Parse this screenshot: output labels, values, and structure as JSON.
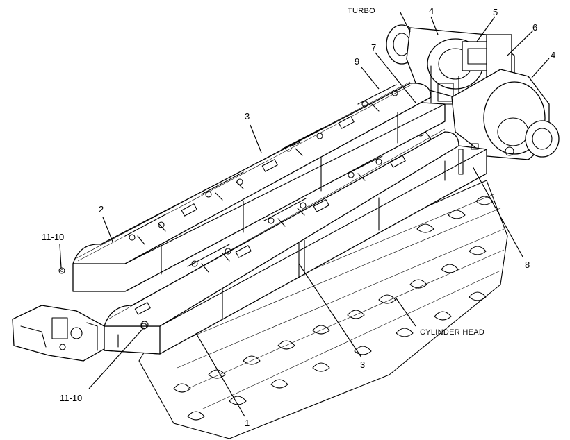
{
  "labels": {
    "turbo": "TURBO",
    "cylinder_head": "CYLINDER HEAD",
    "c1": "1",
    "c2": "2",
    "c3_top": "3",
    "c3_bottom": "3",
    "c4_top": "4",
    "c4_right": "4",
    "c5": "5",
    "c6": "6",
    "c7": "7",
    "c8": "8",
    "c9": "9",
    "c1110_top": "11-10",
    "c1110_bottom": "11-10"
  }
}
